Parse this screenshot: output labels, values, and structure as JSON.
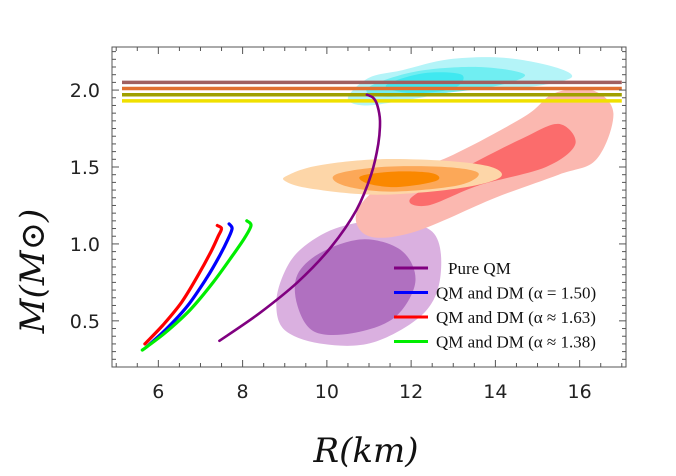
{
  "chart_data": {
    "type": "line",
    "xlabel": "R(km)",
    "ylabel": "M(M⊙)",
    "xlim": [
      4.9,
      17.1
    ],
    "ylim": [
      0.2,
      2.28
    ],
    "xticks": [
      6,
      8,
      10,
      12,
      14,
      16
    ],
    "yticks": [
      0.5,
      1.0,
      1.5,
      2.0
    ],
    "ytick_labels": [
      "0.5",
      "1.0",
      "1.5",
      "2.0"
    ],
    "grid": false,
    "legend_position": "bottom-right",
    "series": [
      {
        "name": "Pure QM",
        "color": "#800080",
        "x": [
          7.45,
          8.4,
          9.3,
          10.1,
          10.7,
          11.05,
          11.22,
          11.26,
          11.2,
          11.1,
          10.95
        ],
        "y": [
          0.37,
          0.55,
          0.75,
          0.98,
          1.22,
          1.45,
          1.65,
          1.8,
          1.9,
          1.95,
          1.97
        ]
      },
      {
        "name": "QM and DM (α = 1.50)",
        "color": "#0000ff",
        "x": [
          5.72,
          6.2,
          6.7,
          7.15,
          7.45,
          7.65,
          7.75,
          7.68
        ],
        "y": [
          0.33,
          0.45,
          0.6,
          0.78,
          0.92,
          1.03,
          1.1,
          1.13
        ]
      },
      {
        "name": "QM and DM (α ≈ 1.63)",
        "color": "#ff0000",
        "x": [
          5.68,
          6.1,
          6.55,
          6.95,
          7.25,
          7.42,
          7.5,
          7.4
        ],
        "y": [
          0.35,
          0.47,
          0.62,
          0.8,
          0.95,
          1.05,
          1.1,
          1.12
        ]
      },
      {
        "name": "QM and DM (α ≈ 1.38)",
        "color": "#00ee00",
        "x": [
          5.62,
          6.15,
          6.75,
          7.3,
          7.75,
          8.05,
          8.2,
          8.1
        ],
        "y": [
          0.31,
          0.42,
          0.57,
          0.75,
          0.92,
          1.04,
          1.12,
          1.15
        ]
      }
    ],
    "bands": [
      {
        "color": "#a06060",
        "y": 2.05
      },
      {
        "color": "#e07030",
        "y": 2.01
      },
      {
        "color": "#a0a000",
        "y": 1.97
      },
      {
        "color": "#f0e000",
        "y": 1.93
      }
    ],
    "regions": [
      {
        "colors": [
          "#dab0e0",
          "#b070c0"
        ],
        "outer": [
          [
            9.0,
            0.82
          ],
          [
            9.4,
            0.97
          ],
          [
            10.2,
            1.1
          ],
          [
            11.3,
            1.15
          ],
          [
            12.5,
            1.08
          ],
          [
            12.7,
            0.8
          ],
          [
            12.3,
            0.55
          ],
          [
            11.1,
            0.36
          ],
          [
            9.9,
            0.35
          ],
          [
            9.0,
            0.44
          ],
          [
            8.8,
            0.62
          ]
        ],
        "inner": [
          [
            9.3,
            0.8
          ],
          [
            9.9,
            0.95
          ],
          [
            10.9,
            1.03
          ],
          [
            11.8,
            0.95
          ],
          [
            12.1,
            0.75
          ],
          [
            11.6,
            0.52
          ],
          [
            10.6,
            0.42
          ],
          [
            9.7,
            0.43
          ],
          [
            9.3,
            0.6
          ]
        ]
      },
      {
        "colors": [
          "#fbb8b0",
          "#fb6c6c"
        ],
        "outer": [
          [
            10.7,
            1.2
          ],
          [
            11.4,
            1.4
          ],
          [
            13.0,
            1.58
          ],
          [
            14.7,
            1.83
          ],
          [
            15.4,
            1.98
          ],
          [
            16.3,
            2.0
          ],
          [
            16.8,
            1.85
          ],
          [
            16.4,
            1.55
          ],
          [
            15.5,
            1.45
          ],
          [
            14.0,
            1.3
          ],
          [
            12.1,
            1.08
          ],
          [
            11.0,
            1.05
          ]
        ],
        "inner": [
          [
            12.0,
            1.3
          ],
          [
            13.3,
            1.5
          ],
          [
            14.6,
            1.68
          ],
          [
            15.5,
            1.78
          ],
          [
            15.9,
            1.65
          ],
          [
            15.2,
            1.5
          ],
          [
            13.6,
            1.38
          ],
          [
            12.4,
            1.25
          ]
        ]
      },
      {
        "colors": [
          "#fdd6a8",
          "#fca858",
          "#fa8800"
        ],
        "outer": [
          [
            9.1,
            1.45
          ],
          [
            9.8,
            1.51
          ],
          [
            11.2,
            1.55
          ],
          [
            12.8,
            1.54
          ],
          [
            13.9,
            1.5
          ],
          [
            14.1,
            1.43
          ],
          [
            13.1,
            1.36
          ],
          [
            11.2,
            1.32
          ],
          [
            9.6,
            1.36
          ],
          [
            9.0,
            1.41
          ]
        ],
        "middle": [
          [
            10.2,
            1.45
          ],
          [
            11.3,
            1.5
          ],
          [
            12.8,
            1.5
          ],
          [
            13.6,
            1.46
          ],
          [
            13.1,
            1.38
          ],
          [
            11.5,
            1.34
          ],
          [
            10.4,
            1.38
          ]
        ],
        "inner": [
          [
            10.8,
            1.44
          ],
          [
            11.6,
            1.47
          ],
          [
            12.5,
            1.46
          ],
          [
            12.6,
            1.41
          ],
          [
            11.7,
            1.37
          ],
          [
            11.0,
            1.39
          ]
        ]
      },
      {
        "colors": [
          "#b4f4f8",
          "#70eef2",
          "#40e8f0"
        ],
        "outer": [
          [
            10.5,
            1.95
          ],
          [
            11.0,
            2.08
          ],
          [
            11.8,
            2.13
          ],
          [
            12.9,
            2.2
          ],
          [
            14.2,
            2.21
          ],
          [
            15.4,
            2.15
          ],
          [
            15.8,
            2.08
          ],
          [
            14.8,
            2.02
          ],
          [
            13.3,
            2.0
          ],
          [
            12.0,
            1.94
          ],
          [
            10.9,
            1.9
          ]
        ],
        "middle": [
          [
            11.0,
            2.02
          ],
          [
            12.1,
            2.12
          ],
          [
            13.6,
            2.15
          ],
          [
            14.7,
            2.1
          ],
          [
            13.9,
            2.02
          ],
          [
            12.3,
            1.97
          ],
          [
            11.2,
            1.96
          ]
        ],
        "inner": [
          [
            11.4,
            2.03
          ],
          [
            12.3,
            2.11
          ],
          [
            13.2,
            2.1
          ],
          [
            13.0,
            2.01
          ],
          [
            12.0,
            1.98
          ]
        ]
      }
    ]
  }
}
